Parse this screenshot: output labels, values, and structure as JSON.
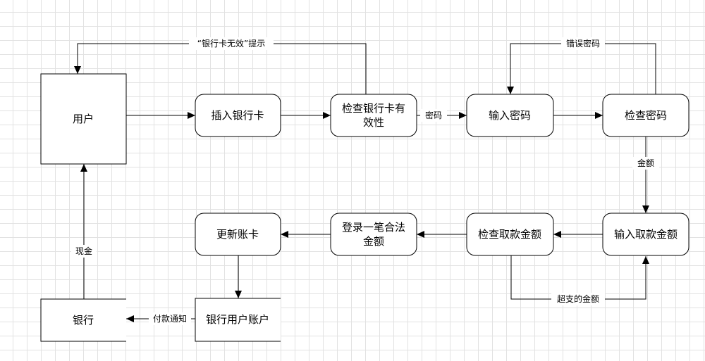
{
  "nodes": {
    "user": "用户",
    "insert_card": "插入银行卡",
    "check_card_l1": "检查银行卡有",
    "check_card_l2": "效性",
    "enter_pin": "输入密码",
    "check_pin": "检查密码",
    "enter_amount": "输入取款金额",
    "check_amount": "检查取款金额",
    "record_l1": "登录一笔合法",
    "record_l2": "金额",
    "update_ledger": "更新账卡",
    "bank": "银行",
    "bank_account": "银行用户账户"
  },
  "edges": {
    "invalid_card": "“银行卡无效”提示",
    "password": "密码",
    "wrong_password": "错误密码",
    "amount": "金额",
    "overdraft": "超支的金额",
    "payment_notice": "付款通知",
    "cash": "现金"
  },
  "colors": {
    "stroke": "#000000",
    "fill": "#ffffff",
    "grid": "#e2e2e2"
  }
}
